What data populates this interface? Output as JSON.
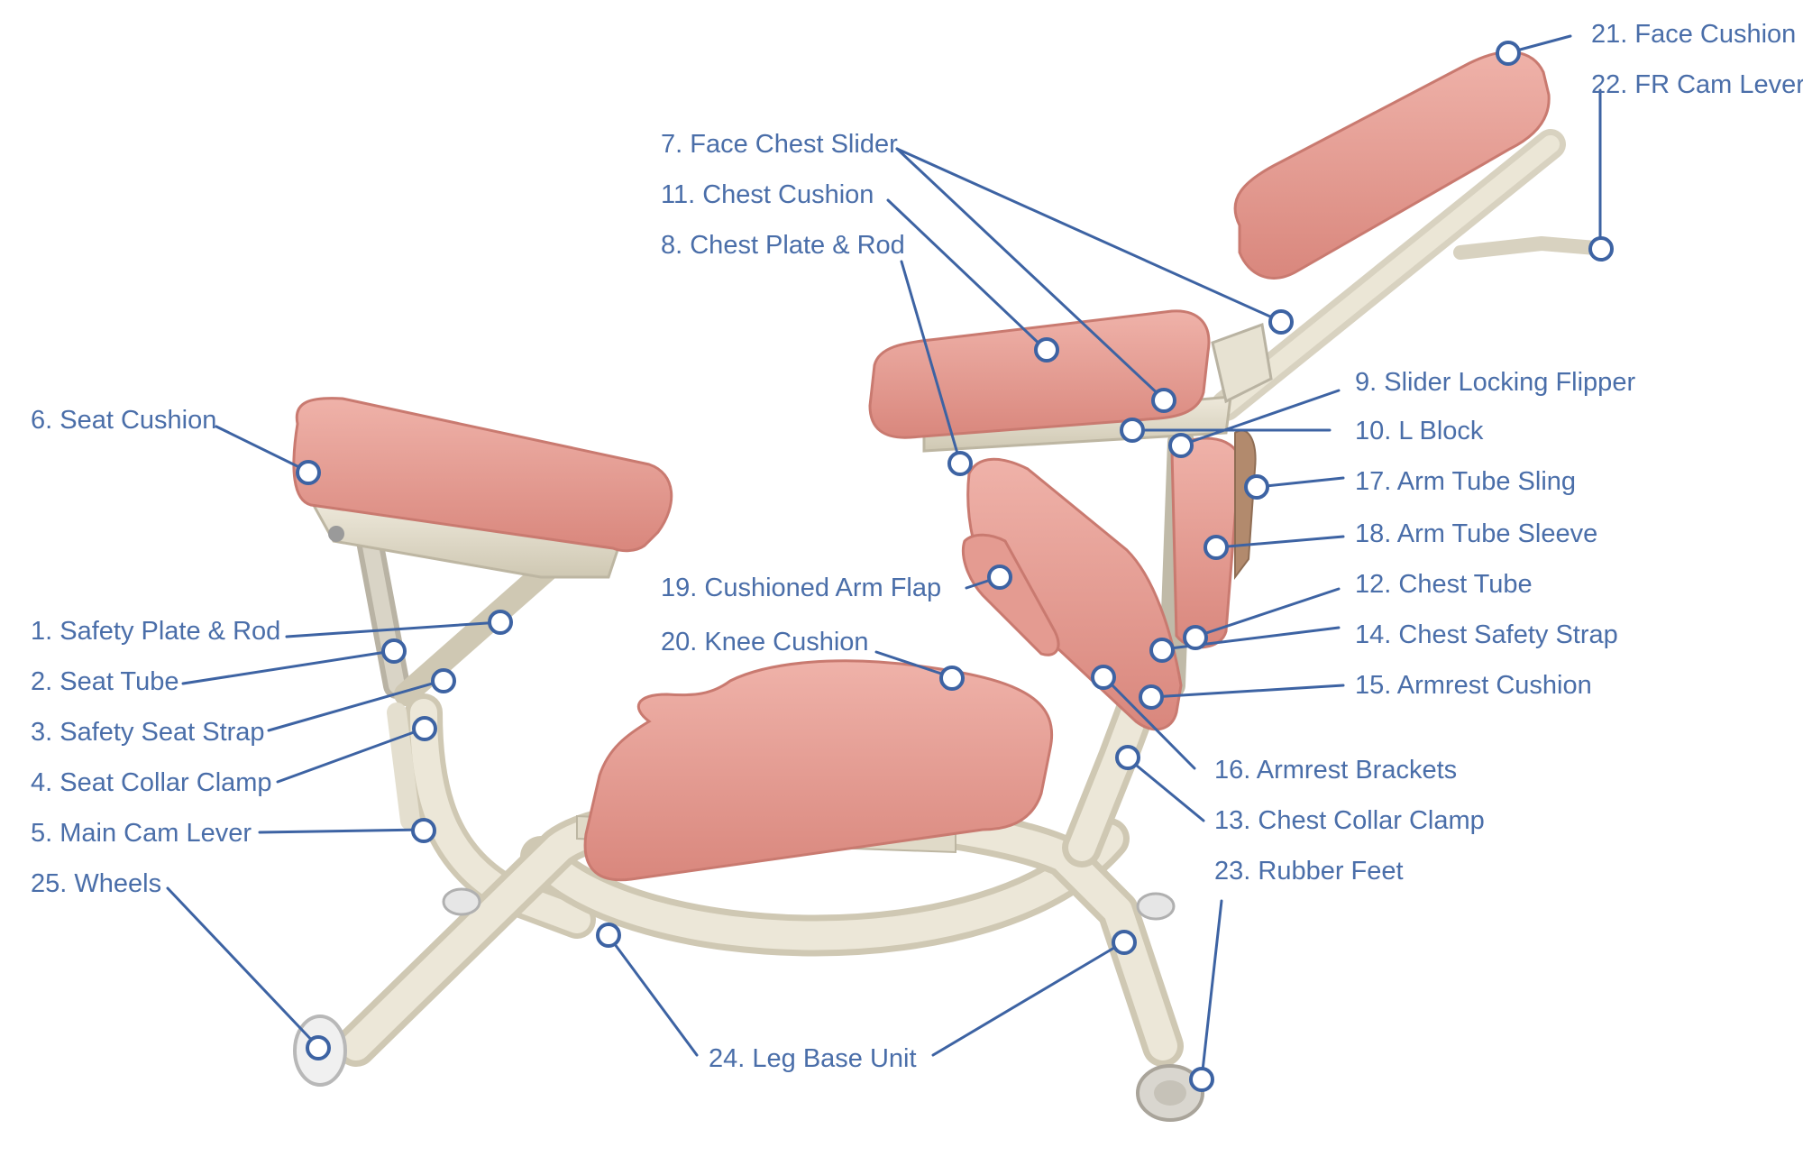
{
  "colors": {
    "label": "#4a6ea9",
    "leader_line": "#3d63a3",
    "cushion": "#e8a39a",
    "cushion_shade": "#d88a80",
    "frame": "#e6e0cf",
    "frame_shade": "#c9c2ad",
    "background": "#ffffff"
  },
  "labels": [
    {
      "id": "l1",
      "text": "1. Safety Plate & Rod"
    },
    {
      "id": "l2",
      "text": "2. Seat Tube"
    },
    {
      "id": "l3",
      "text": "3. Safety Seat Strap"
    },
    {
      "id": "l4",
      "text": "4. Seat Collar Clamp"
    },
    {
      "id": "l5",
      "text": "5. Main Cam Lever"
    },
    {
      "id": "l6",
      "text": "6. Seat Cushion"
    },
    {
      "id": "l7",
      "text": "7. Face Chest Slider"
    },
    {
      "id": "l8",
      "text": "8. Chest Plate & Rod"
    },
    {
      "id": "l9",
      "text": "9. Slider Locking Flipper"
    },
    {
      "id": "l10",
      "text": "10. L Block"
    },
    {
      "id": "l11",
      "text": "11. Chest Cushion"
    },
    {
      "id": "l12",
      "text": "12. Chest Tube"
    },
    {
      "id": "l13",
      "text": "13. Chest Collar Clamp"
    },
    {
      "id": "l14",
      "text": "14. Chest Safety Strap"
    },
    {
      "id": "l15",
      "text": "15. Armrest Cushion"
    },
    {
      "id": "l16",
      "text": "16. Armrest Brackets"
    },
    {
      "id": "l17",
      "text": "17. Arm Tube Sling"
    },
    {
      "id": "l18",
      "text": "18. Arm Tube Sleeve"
    },
    {
      "id": "l19",
      "text": "19. Cushioned Arm Flap"
    },
    {
      "id": "l20",
      "text": "20. Knee Cushion"
    },
    {
      "id": "l21",
      "text": "21. Face Cushion"
    },
    {
      "id": "l22",
      "text": "22. FR Cam Lever"
    },
    {
      "id": "l23",
      "text": "23. Rubber Feet"
    },
    {
      "id": "l24",
      "text": "24. Leg Base Unit"
    },
    {
      "id": "l25",
      "text": "25. Wheels"
    }
  ]
}
